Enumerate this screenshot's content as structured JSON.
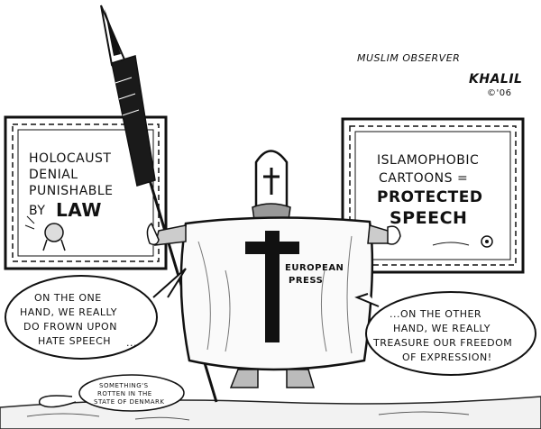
{
  "signature": {
    "publication": "MUSLIM OBSERVER",
    "artist": "KHALIL",
    "year": "©'06"
  },
  "left_certificate": {
    "line1": "HOLOCAUST",
    "line2": "DENIAL",
    "line3": "PUNISHABLE",
    "line4_prefix": "BY",
    "line4_emph": "LAW"
  },
  "right_certificate": {
    "line1": "ISLAMOPHOBIC",
    "line2": "CARTOONS =",
    "line3": "PROTECTED",
    "line4": "SPEECH"
  },
  "knight_label": {
    "line1": "EUROPEAN",
    "line2": "PRESS"
  },
  "left_bubble": {
    "line1": "ON THE ONE",
    "line2": "HAND, WE REALLY",
    "line3": "DO FROWN UPON",
    "line4": "HATE SPEECH",
    "trail": "..."
  },
  "right_bubble": {
    "line1": "...ON THE OTHER",
    "line2": "HAND, WE REALLY",
    "line3": "TREASURE OUR FREEDOM",
    "line4": "OF EXPRESSION!"
  },
  "small_bubble": {
    "line1": "SOMETHING'S",
    "line2": "ROTTEN IN THE",
    "line3": "STATE OF DENMARK"
  }
}
